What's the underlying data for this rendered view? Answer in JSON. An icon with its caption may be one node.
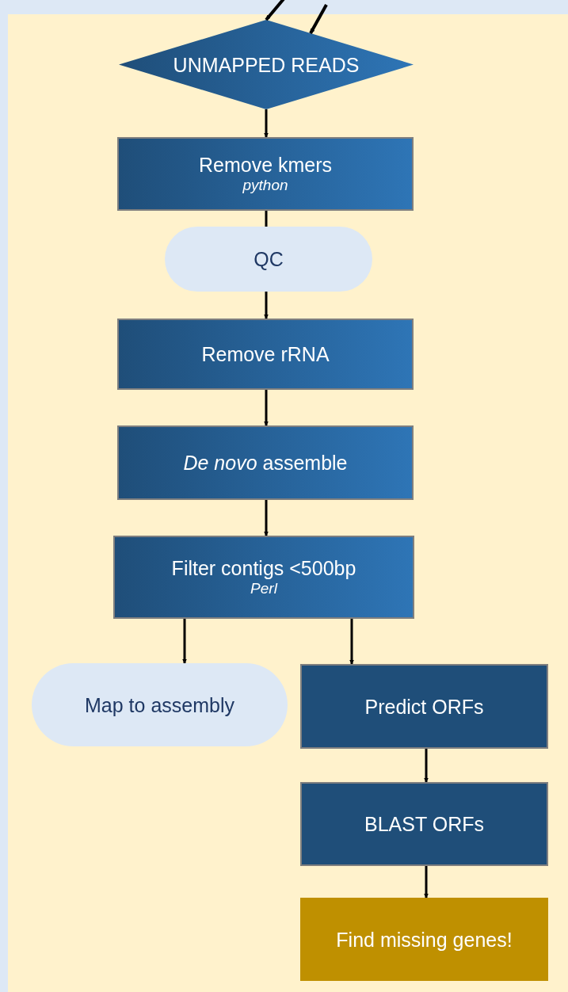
{
  "diagram": {
    "nodes": [
      {
        "text": [
          "UNMAPPED READS"
        ]
      },
      {
        "text": [
          "Remove kmers",
          "python"
        ]
      },
      {
        "text": [
          "QC"
        ]
      },
      {
        "text": [
          "Remove rRNA"
        ]
      },
      {
        "text": [
          "*De novo* assemble"
        ]
      },
      {
        "text": [
          "Filter contigs <500bp",
          "Perl"
        ]
      },
      {
        "text": [
          "Map to assembly"
        ]
      },
      {
        "text": [
          "Predict ORFs"
        ]
      },
      {
        "text": [
          "BLAST ORFs"
        ]
      },
      {
        "text": [
          "Find missing genes!"
        ]
      }
    ],
    "edges": [
      {
        "from": null,
        "to": 0,
        "arrow": "to"
      },
      {
        "from": null,
        "to": 0,
        "arrow": "to"
      },
      {
        "from": 0,
        "to": 1,
        "arrow": "to"
      },
      {
        "from": 1,
        "to": 2,
        "arrow": "none"
      },
      {
        "from": 2,
        "to": 3,
        "arrow": "to"
      },
      {
        "from": 3,
        "to": 4,
        "arrow": "to"
      },
      {
        "from": 4,
        "to": 5,
        "arrow": "to"
      },
      {
        "from": 5,
        "to": 6,
        "arrow": "to"
      },
      {
        "from": 5,
        "to": 7,
        "arrow": "to"
      },
      {
        "from": 7,
        "to": 8,
        "arrow": "to"
      },
      {
        "from": 8,
        "to": 9,
        "arrow": "to"
      }
    ]
  }
}
